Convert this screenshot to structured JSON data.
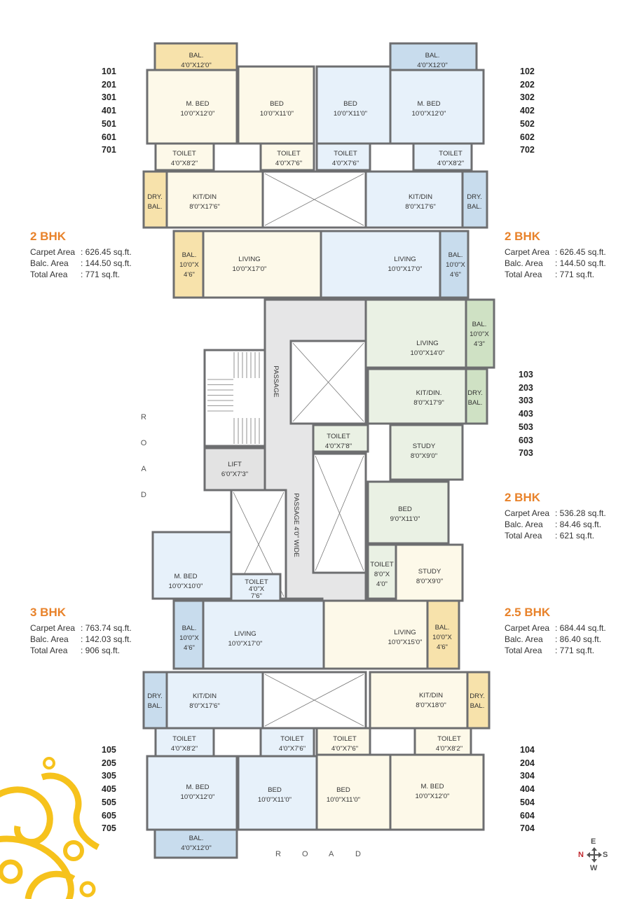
{
  "colors": {
    "unit_yellow": "#fdf9e9",
    "unit_blue": "#e7f1fa",
    "unit_green": "#eaf1e4",
    "balc_yellow": "#f7e2ab",
    "balc_blue": "#c8dced",
    "balc_green": "#cfe1c4",
    "lift": "#e3e3e3",
    "passage": "#e6e6e7",
    "wall": "#6d6e70",
    "heading": "#e8822a",
    "north": "#c0262d",
    "decor": "#f6c21c"
  },
  "unit_numbers": {
    "top_left": [
      "101",
      "201",
      "301",
      "401",
      "501",
      "601",
      "701"
    ],
    "top_right": [
      "102",
      "202",
      "302",
      "402",
      "502",
      "602",
      "702"
    ],
    "mid_right": [
      "103",
      "203",
      "303",
      "403",
      "503",
      "603",
      "703"
    ],
    "bottom_left": [
      "105",
      "205",
      "305",
      "405",
      "505",
      "605",
      "705"
    ],
    "bottom_right": [
      "104",
      "204",
      "304",
      "404",
      "504",
      "604",
      "704"
    ]
  },
  "areas": [
    {
      "title": "2 BHK",
      "carpet_label": "Carpet Area",
      "carpet": ": 626.45 sq.ft.",
      "balc_label": "Balc. Area",
      "balc": ": 144.50 sq.ft.",
      "total_label": "Total Area",
      "total": ": 771 sq.ft."
    },
    {
      "title": "2 BHK",
      "carpet_label": "Carpet Area",
      "carpet": ": 626.45 sq.ft.",
      "balc_label": "Balc. Area",
      "balc": ": 144.50 sq.ft.",
      "total_label": "Total Area",
      "total": ": 771 sq.ft."
    },
    {
      "title": "2 BHK",
      "carpet_label": "Carpet Area",
      "carpet": ": 536.28 sq.ft.",
      "balc_label": "Balc. Area",
      "balc": ": 84.46 sq.ft.",
      "total_label": "Total Area",
      "total": ": 621 sq.ft."
    },
    {
      "title": "3 BHK",
      "carpet_label": "Carpet Area",
      "carpet": ": 763.74 sq.ft.",
      "balc_label": "Balc. Area",
      "balc": ": 142.03 sq.ft.",
      "total_label": "Total Area",
      "total": ": 906 sq.ft."
    },
    {
      "title": "2.5 BHK",
      "carpet_label": "Carpet Area",
      "carpet": ": 684.44 sq.ft.",
      "balc_label": "Balc. Area",
      "balc": ": 86.40 sq.ft.",
      "total_label": "Total Area",
      "total": ": 771 sq.ft."
    }
  ],
  "rooms": [
    {
      "lines": [
        "BAL.",
        "4'0\"X12'0\""
      ]
    },
    {
      "lines": [
        "M. BED",
        "10'0\"X12'0\""
      ]
    },
    {
      "lines": [
        "BED",
        "10'0\"X11'0\""
      ]
    },
    {
      "lines": [
        "TOILET",
        "4'0\"X8'2\""
      ]
    },
    {
      "lines": [
        "TOILET",
        "4'0\"X7'6\""
      ]
    },
    {
      "lines": [
        "DRY.",
        "BAL."
      ]
    },
    {
      "lines": [
        "KIT/DIN",
        "8'0\"X17'6\""
      ]
    },
    {
      "lines": [
        "BAL.",
        "10'0\"X",
        "4'6\""
      ]
    },
    {
      "lines": [
        "LIVING",
        "10'0\"X17'0\""
      ]
    },
    {
      "lines": [
        "BAL.",
        "4'0\"X12'0\""
      ]
    },
    {
      "lines": [
        "M. BED",
        "10'0\"X12'0\""
      ]
    },
    {
      "lines": [
        "BED",
        "10'0\"X11'0\""
      ]
    },
    {
      "lines": [
        "TOILET",
        "4'0\"X7'6\""
      ]
    },
    {
      "lines": [
        "TOILET",
        "4'0\"X8'2\""
      ]
    },
    {
      "lines": [
        "KIT/DIN",
        "8'0\"X17'6\""
      ]
    },
    {
      "lines": [
        "DRY.",
        "BAL."
      ]
    },
    {
      "lines": [
        "LIVING",
        "10'0\"X17'0\""
      ]
    },
    {
      "lines": [
        "BAL.",
        "10'0\"X",
        "4'6\""
      ]
    },
    {
      "lines": [
        "LIVING",
        "10'0\"X14'0\""
      ]
    },
    {
      "lines": [
        "BAL.",
        "10'0\"X",
        "4'3\""
      ]
    },
    {
      "lines": [
        "KIT/DIN.",
        "8'0\"X17'9\""
      ]
    },
    {
      "lines": [
        "DRY.",
        "BAL."
      ]
    },
    {
      "lines": [
        "TOILET",
        "4'0\"X7'8\""
      ]
    },
    {
      "lines": [
        "STUDY",
        "8'0\"X9'0\""
      ]
    },
    {
      "lines": [
        "BED",
        "9'0\"X11'0\""
      ]
    },
    {
      "lines": [
        "TOILET",
        "8'0\"X",
        "4'0\""
      ]
    },
    {
      "lines": [
        "STUDY",
        "8'0\"X9'0\""
      ]
    },
    {
      "lines": [
        "LIVING",
        "10'0\"X15'0\""
      ]
    },
    {
      "lines": [
        "BAL.",
        "10'0\"X",
        "4'6\""
      ]
    },
    {
      "lines": [
        "KIT/DIN",
        "8'0\"X18'0\""
      ]
    },
    {
      "lines": [
        "DRY.",
        "BAL."
      ]
    },
    {
      "lines": [
        "TOILET",
        "4'0\"X7'6\""
      ]
    },
    {
      "lines": [
        "TOILET",
        "4'0\"X8'2\""
      ]
    },
    {
      "lines": [
        "BED",
        "10'0\"X11'0\""
      ]
    },
    {
      "lines": [
        "M. BED",
        "10'0\"X12'0\""
      ]
    },
    {
      "lines": [
        "M. BED",
        "10'0\"X10'0\""
      ]
    },
    {
      "lines": [
        "TOILET",
        "4'0\"X",
        "7'6\""
      ]
    },
    {
      "lines": [
        "LIVING",
        "10'0\"X17'0\""
      ]
    },
    {
      "lines": [
        "BAL.",
        "10'0\"X",
        "4'6\""
      ]
    },
    {
      "lines": [
        "DRY.",
        "BAL."
      ]
    },
    {
      "lines": [
        "KIT/DIN",
        "8'0\"X17'6\""
      ]
    },
    {
      "lines": [
        "TOILET",
        "4'0\"X8'2\""
      ]
    },
    {
      "lines": [
        "TOILET",
        "4'0\"X7'6\""
      ]
    },
    {
      "lines": [
        "M. BED",
        "10'0\"X12'0\""
      ]
    },
    {
      "lines": [
        "BED",
        "10'0\"X11'0\""
      ]
    },
    {
      "lines": [
        "BAL.",
        "4'0\"X12'0\""
      ]
    },
    {
      "lines": [
        "LIFT",
        "6'0\"X7'3\""
      ]
    }
  ],
  "passage_label": "PASSAGE",
  "passage_wide_label": "PASSAGE 4'0\" WIDE",
  "road_letters": [
    "R",
    "O",
    "A",
    "D"
  ],
  "compass": {
    "n": "N",
    "e": "E",
    "s": "S",
    "w": "W"
  },
  "icons": {
    "compass": "compass-arrows-icon",
    "shaft": "open-shaft-cross",
    "decor": "yellow-swirl-ornament"
  }
}
